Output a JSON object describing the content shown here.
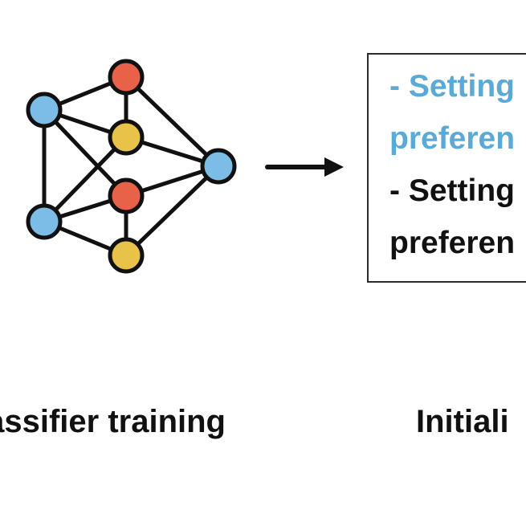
{
  "diagram": {
    "colors": {
      "blue_node": "#7bbde6",
      "orange_node": "#e8624a",
      "yellow_node": "#e9c24a",
      "stroke": "#111111",
      "highlight_text": "#5aa9d6",
      "dark_text": "#111111"
    },
    "nodes": [
      {
        "name": "network-node-blue-top-left",
        "color_key": "blue_node"
      },
      {
        "name": "network-node-orange-top",
        "color_key": "orange_node"
      },
      {
        "name": "network-node-yellow-upper",
        "color_key": "yellow_node"
      },
      {
        "name": "network-node-blue-right",
        "color_key": "blue_node"
      },
      {
        "name": "network-node-orange-middle",
        "color_key": "orange_node"
      },
      {
        "name": "network-node-blue-bottom-left",
        "color_key": "blue_node"
      },
      {
        "name": "network-node-yellow-bottom",
        "color_key": "yellow_node"
      }
    ],
    "edges": [
      [
        "network-node-blue-top-left",
        "network-node-orange-top"
      ],
      [
        "network-node-blue-top-left",
        "network-node-yellow-upper"
      ],
      [
        "network-node-blue-top-left",
        "network-node-blue-bottom-left"
      ],
      [
        "network-node-blue-top-left",
        "network-node-orange-middle"
      ],
      [
        "network-node-orange-top",
        "network-node-yellow-upper"
      ],
      [
        "network-node-orange-top",
        "network-node-blue-right"
      ],
      [
        "network-node-yellow-upper",
        "network-node-blue-right"
      ],
      [
        "network-node-yellow-upper",
        "network-node-blue-bottom-left"
      ],
      [
        "network-node-orange-middle",
        "network-node-blue-right"
      ],
      [
        "network-node-orange-middle",
        "network-node-blue-bottom-left"
      ],
      [
        "network-node-orange-middle",
        "network-node-yellow-bottom"
      ],
      [
        "network-node-blue-bottom-left",
        "network-node-yellow-bottom"
      ],
      [
        "network-node-yellow-bottom",
        "network-node-blue-right"
      ]
    ]
  },
  "settings_box": {
    "lines": [
      {
        "text": "- Setting",
        "style": "blue"
      },
      {
        "text": "preferen",
        "style": "blue"
      },
      {
        "text": "- Setting",
        "style": "dark"
      },
      {
        "text": "preferen",
        "style": "dark"
      }
    ]
  },
  "captions": {
    "left": "lassifier training",
    "right": "Initiali"
  }
}
